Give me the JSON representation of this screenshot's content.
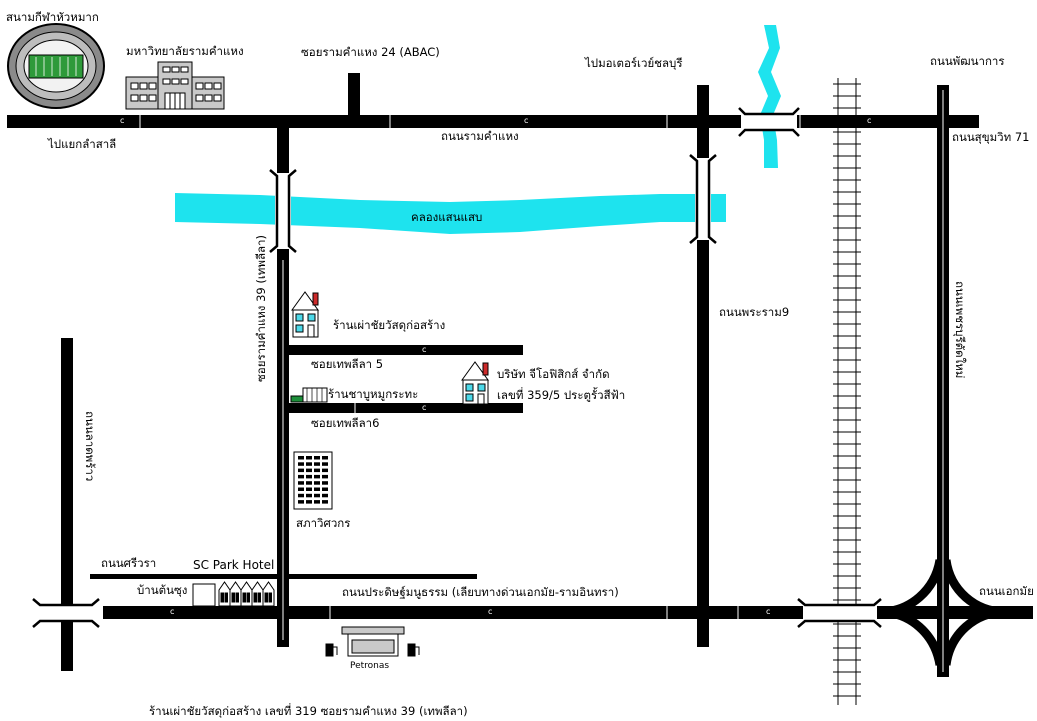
{
  "labels": {
    "stadium": "สนามกีฬาหัวหมาก",
    "university": "มหาวิทยาลัยรามคำแหง",
    "soi_ramkhamhaeng_24": "ซอยรามคำแหง 24 (ABAC)",
    "to_motorway_chonburi": "ไปมอเตอร์เวย์ชลบุรี",
    "phatthanakan_rd": "ถนนพัฒนาการ",
    "to_lam_sali": "ไปแยกลำสาลี",
    "ramkhamhaeng_rd": "ถนนรามคำแหง",
    "sukhumvit_71": "ถนนสุขุมวิท 71",
    "saen_saep_canal": "คลองแสนแสบ",
    "soi_ramkhamhaeng_39": "ซอยรามคำแหง 39 (เทพลีลา)",
    "rama9_rd": "ถนนพระราม9",
    "phetchaburi_tatmai_rd": "ถนนเพชรบุรีตัดใหม่",
    "shop_top": "ร้านเผ่าชัยวัสดุก่อสร้าง",
    "soi_thepleela_5": "ซอยเทพลีลา 5",
    "company_name": "บริษัท จีโอฟิสิกส์ จำกัด",
    "company_address": "เลขที่ 359/5 ประตูรั้วสีฟ้า",
    "mookata_shop": "ร้านชาบูหมูกระทะ",
    "soi_thepleela_6": "ซอยเทพลีลา6",
    "lat_phrao_rd": "ถนนลาดพร้าว",
    "engineers_council": "สภาวิศวกร",
    "sriwara_rd": "ถนนศรีวรา",
    "sc_park_hotel": "SC Park Hotel",
    "ban_tonsung": "บ้านต้นซุง",
    "pradit_manutham_rd": "ถนนประดิษฐ์มนูธรรม (เลียบทางด่วนเอกมัย-รามอินทรา)",
    "ekkamai_rd": "ถนนเอกมัย",
    "petronas": "Petronas",
    "footer_address": "ร้านเผ่าชัยวัสดุก่อสร้าง เลขที่ 319 ซอยรามคำแหง 39 (เทพลีลา)",
    "center_mark": "c"
  },
  "colors": {
    "road": "#000000",
    "canal": "#1ee3ee",
    "house_window": "#4dd8e8",
    "house_flag": "#cc2a2a",
    "stadium_field": "#2e9a3a",
    "building_grey": "#c9c9c9",
    "shop_green": "#1d8f3a",
    "background": "#ffffff"
  }
}
